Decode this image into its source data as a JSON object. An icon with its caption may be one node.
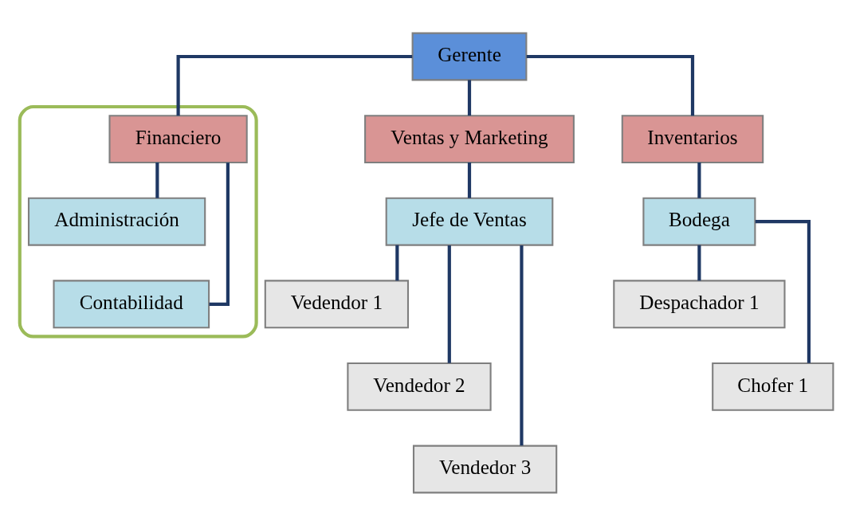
{
  "diagram": {
    "nodes": [
      {
        "text": [
          "Gerente"
        ]
      },
      {
        "text": [],
        "shape": "ellipse"
      },
      {
        "text": [
          "Financiero"
        ],
        "in": 1
      },
      {
        "text": [
          "Ventas y Marketing"
        ]
      },
      {
        "text": [
          "Inventarios"
        ]
      },
      {
        "text": [
          "Administración"
        ],
        "in": 1
      },
      {
        "text": [
          "Jefe de Ventas"
        ]
      },
      {
        "text": [
          "Bodega"
        ]
      },
      {
        "text": [
          "Contabilidad"
        ],
        "in": 1
      },
      {
        "text": [
          "Vedendor 1"
        ]
      },
      {
        "text": [
          "Despachador 1"
        ]
      },
      {
        "text": [
          "Vendedor 2"
        ]
      },
      {
        "text": [
          "Chofer 1"
        ]
      },
      {
        "text": [
          "Vendedor 3"
        ]
      }
    ],
    "edges": [
      {
        "from": 0,
        "to": 2,
        "arrow": "none"
      },
      {
        "from": 0,
        "to": 3,
        "arrow": "none"
      },
      {
        "from": 0,
        "to": 4,
        "arrow": "none"
      },
      {
        "from": 2,
        "to": 5,
        "arrow": "none"
      },
      {
        "from": 2,
        "to": 8,
        "arrow": "none"
      },
      {
        "from": 3,
        "to": 6,
        "arrow": "none"
      },
      {
        "from": 4,
        "to": 7,
        "arrow": "none"
      },
      {
        "from": 6,
        "to": 9,
        "arrow": "none"
      },
      {
        "from": 6,
        "to": 11,
        "arrow": "none"
      },
      {
        "from": 6,
        "to": 13,
        "arrow": "none"
      },
      {
        "from": 7,
        "to": 10,
        "arrow": "none"
      },
      {
        "from": 7,
        "to": 12,
        "arrow": "none"
      }
    ]
  }
}
